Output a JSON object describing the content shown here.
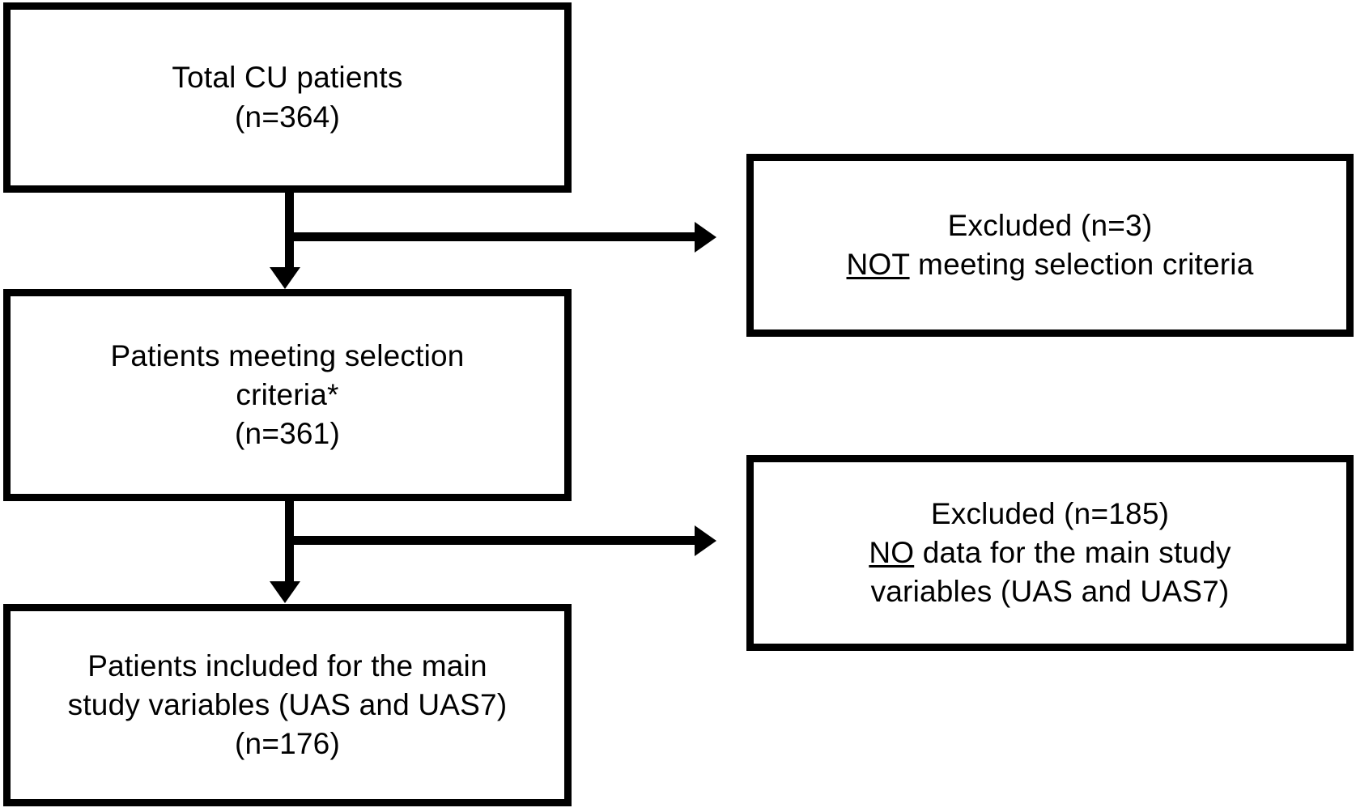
{
  "figure": {
    "type": "flowchart",
    "title": "Patient selection flow diagram",
    "orientation": "top-to-bottom with right-side exclusion branches"
  },
  "nodes": {
    "total": {
      "id": "total-cu-patients",
      "line1": "Total CU patients",
      "line2": "(n=364)",
      "count": 364
    },
    "meeting": {
      "id": "patients-meeting-selection-criteria",
      "line1": "Patients  meeting  selection",
      "line2": "criteria*",
      "line3": "(n=361)",
      "count": 361
    },
    "included": {
      "id": "patients-included-main-study-variables",
      "line1": "Patients  included  for  the  main",
      "line2": "study variables  (UAS and UAS7)",
      "line3": "(n=176)",
      "count": 176
    },
    "excluded1": {
      "id": "excluded-not-meeting-criteria",
      "line1": "Excluded (n=3)",
      "line2_underlined": "NOT",
      "line2_rest": " meeting  selection  criteria",
      "count": 3
    },
    "excluded2": {
      "id": "excluded-no-data",
      "line1": "Excluded (n=185)",
      "line2_underlined": "NO",
      "line2_rest": " data for the main study",
      "line3": "variables (UAS and UAS7)",
      "count": 185
    }
  },
  "edges": [
    {
      "from": "total",
      "to": "meeting",
      "kind": "down-arrow"
    },
    {
      "from": "total",
      "to": "excluded1",
      "kind": "right-arrow"
    },
    {
      "from": "meeting",
      "to": "included",
      "kind": "down-arrow"
    },
    {
      "from": "meeting",
      "to": "excluded2",
      "kind": "right-arrow"
    }
  ],
  "colors": {
    "stroke": "#000000",
    "fill": "#ffffff",
    "text": "#000000"
  }
}
